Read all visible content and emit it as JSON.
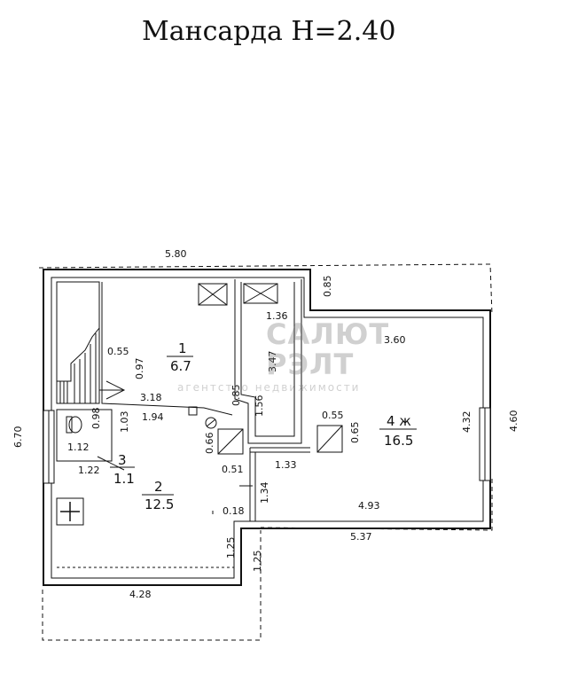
{
  "title": "Мансарда  H=2.40",
  "watermark": {
    "line1": "САЛЮТ",
    "line2": "РЭЛТ",
    "sub": "агентство недвижимости"
  },
  "rooms": {
    "r1": {
      "num": "1",
      "area": "6.7"
    },
    "r2": {
      "num": "2",
      "area": "12.5"
    },
    "r3": {
      "num": "3",
      "area": "1.1"
    },
    "r4": {
      "num": "4 ж",
      "area": "16.5"
    }
  },
  "dims": {
    "top_width": "5.80",
    "left_height": "6.70",
    "right_height": "4.60",
    "d085_top": "0.85",
    "d136": "1.36",
    "d360": "3.60",
    "d055a": "0.55",
    "d097": "0.97",
    "d318": "3.18",
    "d347": "3.47",
    "d085_mid": "0.85",
    "d194": "1.94",
    "d156": "1.56",
    "d055b": "0.55",
    "d065": "0.65",
    "d432": "4.32",
    "d098": "0.98",
    "d103": "1.03",
    "d112": "1.12",
    "d066": "0.66",
    "d051": "0.51",
    "d133": "1.33",
    "d122": "1.22",
    "d134": "1.34",
    "d018": "0.18",
    "d493": "4.93",
    "d537": "5.37",
    "d125a": "1.25",
    "d125b": "1.25",
    "d428": "4.28"
  }
}
